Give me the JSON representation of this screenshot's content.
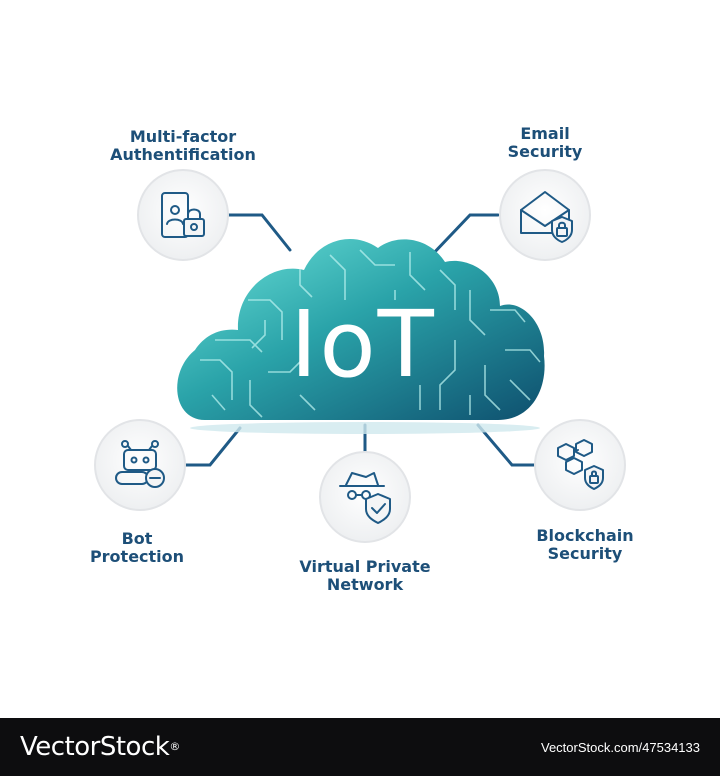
{
  "center": {
    "title": "IoT"
  },
  "nodes": [
    {
      "id": "mfa",
      "label_lines": [
        "Multi-factor",
        "Authentification"
      ],
      "icon": "phone-user-lock-icon"
    },
    {
      "id": "email",
      "label_lines": [
        "Email",
        "Security"
      ],
      "icon": "envelope-lock-icon"
    },
    {
      "id": "bot",
      "label_lines": [
        "Bot",
        "Protection"
      ],
      "icon": "robot-icon"
    },
    {
      "id": "vpn",
      "label_lines": [
        "Virtual Private",
        "Network"
      ],
      "icon": "incognito-shield-icon"
    },
    {
      "id": "blockchain",
      "label_lines": [
        "Blockchain",
        "Security"
      ],
      "icon": "cubes-lock-icon"
    }
  ],
  "footer": {
    "logo": "VectorStock",
    "logo_mark": "®",
    "url": "VectorStock.com/47534133"
  },
  "colors": {
    "line": "#1f5a86",
    "label": "#1d4f78",
    "cloud_top": "#5fd8d3",
    "cloud_bottom": "#0f5e7a",
    "circle_fill": "#f4f5f6",
    "circle_stroke": "#e2e4e7",
    "footer_bg": "#0d0d0f"
  }
}
